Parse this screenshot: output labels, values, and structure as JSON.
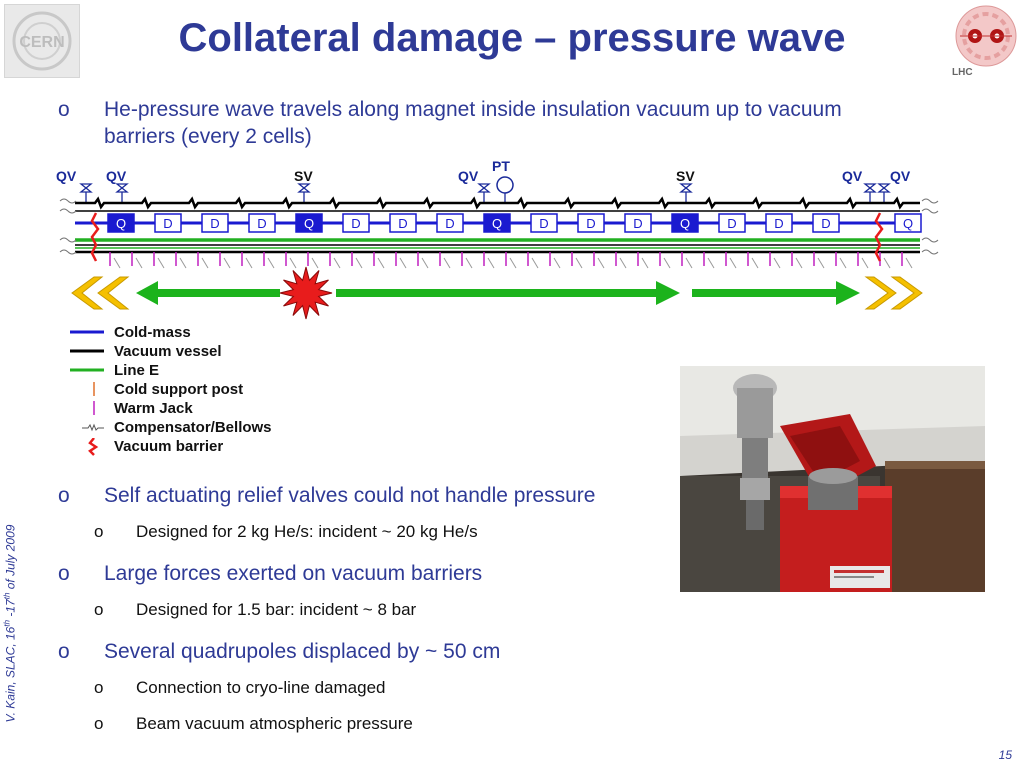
{
  "title": "Collateral damage – pressure wave",
  "logos": {
    "cern": "CERN",
    "lhc": "LHC"
  },
  "intro_bullet": {
    "marker": "o",
    "text_line1": "He-pressure wave travels along magnet inside insulation vacuum up to vacuum",
    "text_line2": "barriers (every 2 cells)"
  },
  "diagram": {
    "top_labels": [
      "QV",
      "QV",
      "SV",
      "QV",
      "PT",
      "SV",
      "QV",
      "QV"
    ],
    "magnets": [
      "Q",
      "D",
      "D",
      "D",
      "Q",
      "D",
      "D",
      "D",
      "Q",
      "D",
      "D",
      "D",
      "Q",
      "D",
      "D",
      "D",
      "Q"
    ],
    "colors": {
      "cold_mass": "#1a1ad0",
      "vessel": "#000000",
      "line_e": "#22b022",
      "arrow": "#1cb31c",
      "chevron": "#f5c000",
      "burst": "#e81c1c",
      "jack": "#c020c0"
    }
  },
  "legend": [
    {
      "label": "Cold-mass",
      "symbol": "cold-mass-line"
    },
    {
      "label": "Vacuum vessel",
      "symbol": "vessel-line"
    },
    {
      "label": "Line E",
      "symbol": "line-e-line"
    },
    {
      "label": "Cold support post",
      "symbol": "support-post"
    },
    {
      "label": "Warm Jack",
      "symbol": "warm-jack"
    },
    {
      "label": "Compensator/Bellows",
      "symbol": "bellows"
    },
    {
      "label": "Vacuum barrier",
      "symbol": "vacuum-barrier"
    }
  ],
  "bullets": [
    {
      "marker": "o",
      "text": "Self actuating relief valves could not handle pressure",
      "subs": [
        {
          "marker": "o",
          "text": "Designed for 2 kg He/s: incident ~ 20 kg He/s"
        }
      ]
    },
    {
      "marker": "o",
      "text": "Large forces exerted on vacuum barriers",
      "subs": [
        {
          "marker": "o",
          "text": "Designed for 1.5 bar: incident ~ 8 bar"
        }
      ]
    },
    {
      "marker": "o",
      "text": "Several quadrupoles displaced by ~ 50 cm",
      "subs": [
        {
          "marker": "o",
          "text": "Connection to cryo-line damaged"
        },
        {
          "marker": "o",
          "text": "Beam vacuum atmospheric pressure"
        }
      ]
    }
  ],
  "footer": {
    "credit_main": "V. Kain, SLAC, 16",
    "credit_sup1": "th",
    "credit_mid": " -17",
    "credit_sup2": "th",
    "credit_end": " of July 2009",
    "page": "15"
  }
}
